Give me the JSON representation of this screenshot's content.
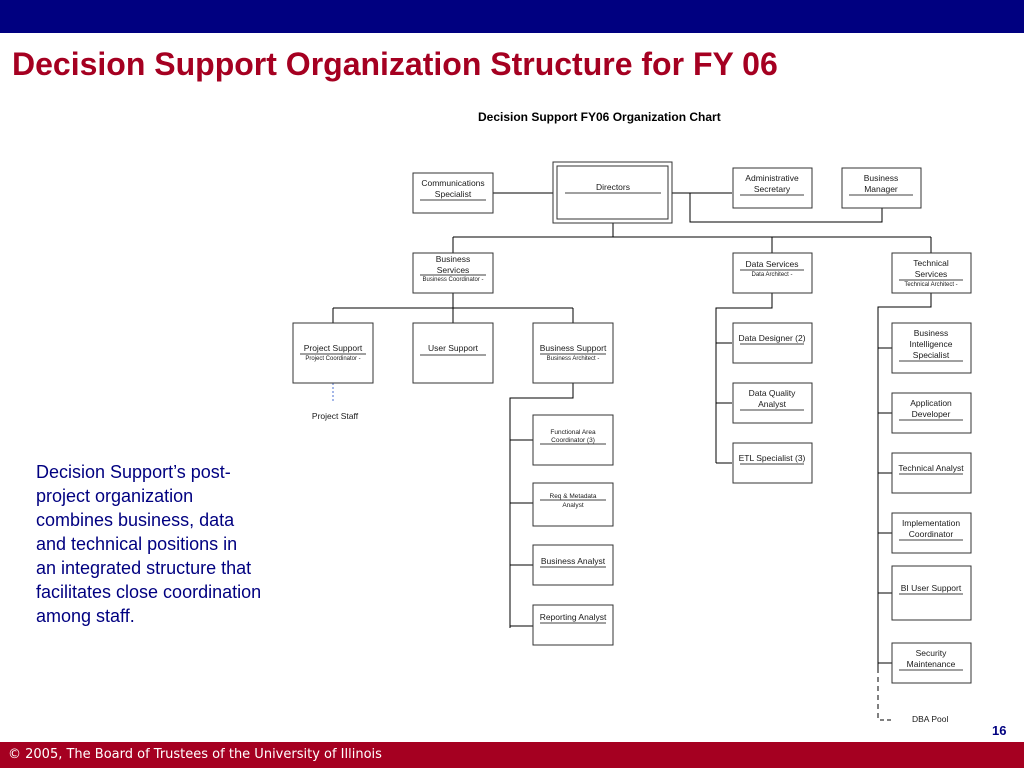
{
  "slide": {
    "title": "Decision Support Organization Structure for FY 06",
    "body_text": "Decision Support’s post-project organization combines business, data and technical positions in an integrated structure that facilitates close coordination among staff.",
    "footer": "© 2005, The Board of Trustees of the University of Illinois",
    "page_number": "16",
    "colors": {
      "top_bar": "#000080",
      "title": "#a50021",
      "body_text": "#000080",
      "footer_bar": "#a50021",
      "footer_text": "#ffffff"
    }
  },
  "chart": {
    "title": "Decision Support FY06 Organization Chart",
    "boxes": {
      "communications": [
        "Communications",
        "Specialist"
      ],
      "directors": [
        "Directors"
      ],
      "admin_secretary": [
        "Administrative",
        "Secretary"
      ],
      "business_manager": [
        "Business",
        "Manager"
      ],
      "business_services": {
        "lines": [
          "Business",
          "Services"
        ],
        "sub": "Business Coordinator -"
      },
      "data_services": {
        "lines": [
          "Data Services"
        ],
        "sub": "Data Architect -"
      },
      "technical_services": {
        "lines": [
          "Technical",
          "Services"
        ],
        "sub": "Technical Architect -"
      },
      "project_support": {
        "lines": [
          "Project Support"
        ],
        "sub": "Project Coordinator -"
      },
      "user_support": [
        "User Support"
      ],
      "business_support": {
        "lines": [
          "Business Support"
        ],
        "sub": "Business Architect -"
      },
      "functional_area": [
        "Functional Area",
        "Coordinator (3)"
      ],
      "req_metadata": [
        "Req & Metadata",
        "Analyst"
      ],
      "business_analyst": [
        "Business Analyst"
      ],
      "reporting_analyst": [
        "Reporting Analyst"
      ],
      "data_designer": [
        "Data Designer (2)"
      ],
      "data_quality": [
        "Data Quality",
        "Analyst"
      ],
      "etl_specialist": [
        "ETL Specialist (3)"
      ],
      "bi_specialist": [
        "Business",
        "Intelligence",
        "Specialist"
      ],
      "app_developer": [
        "Application",
        "Developer"
      ],
      "technical_analyst": [
        "Technical Analyst"
      ],
      "impl_coordinator": [
        "Implementation",
        "Coordinator"
      ],
      "bi_user_support": [
        "BI User Support"
      ],
      "security_maintenance": [
        "Security",
        "Maintenance"
      ]
    },
    "labels": {
      "project_staff": "Project Staff",
      "dba_pool": "DBA Pool"
    }
  }
}
